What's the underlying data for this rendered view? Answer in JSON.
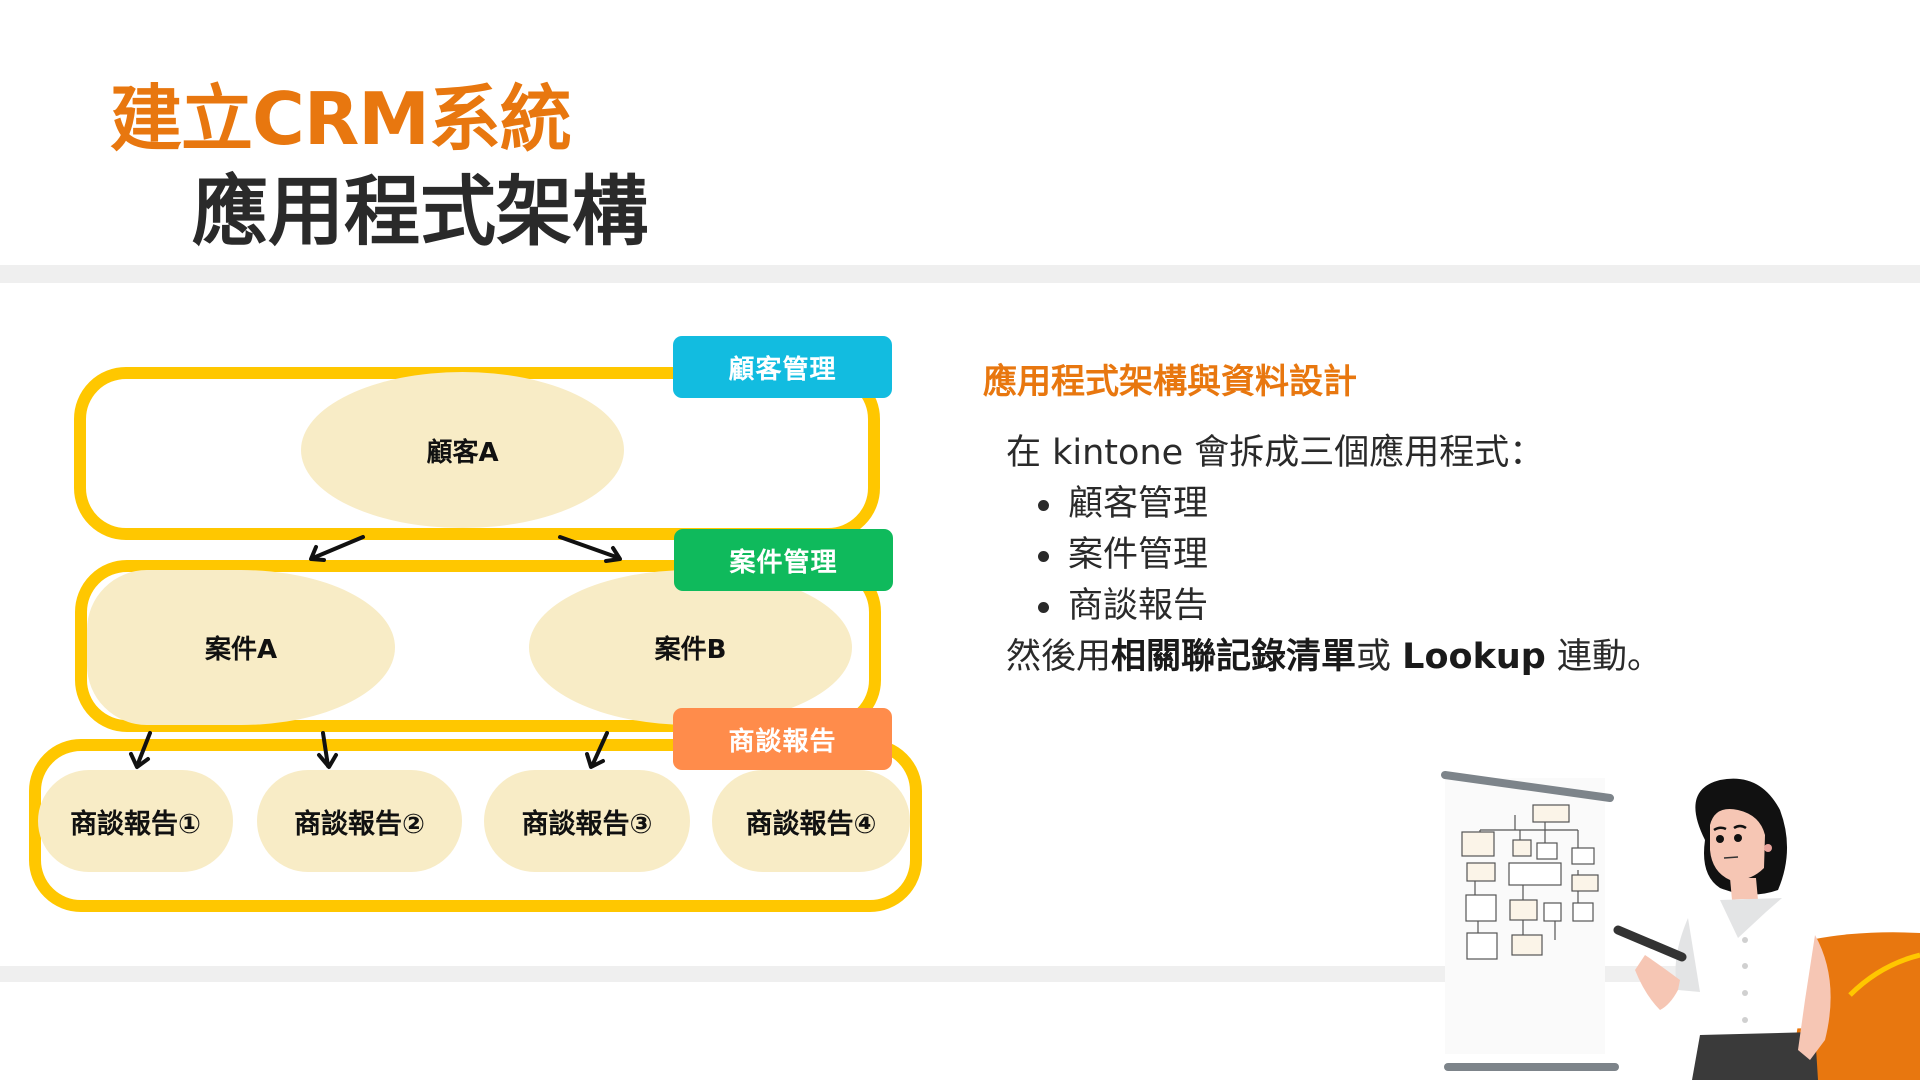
{
  "header": {
    "title_line1": "建立CRM系統",
    "title_line2": "應用程式架構"
  },
  "colors": {
    "accent_orange": "#E8770F",
    "group_border": "#FFC700",
    "node_fill": "#F8ECC6",
    "label_customer": "#12BCE0",
    "label_case": "#0FBA5C",
    "label_report": "#FF8C4B"
  },
  "diagram": {
    "groups": [
      {
        "label": "顧客管理",
        "nodes": [
          "顧客A"
        ]
      },
      {
        "label": "案件管理",
        "nodes": [
          "案件A",
          "案件B"
        ]
      },
      {
        "label": "商談報告",
        "nodes": [
          "商談報告①",
          "商談報告②",
          "商談報告③",
          "商談報告④"
        ]
      }
    ]
  },
  "content": {
    "section_title": "應用程式架構與資料設計",
    "intro": "在 kintone 會拆成三個應用程式：",
    "bullets": [
      "顧客管理",
      "案件管理",
      "商談報告"
    ],
    "outro_prefix": "然後用",
    "outro_bold1": "相關聯記錄清單",
    "outro_mid": "或 ",
    "outro_bold2": "Lookup",
    "outro_suffix": " 連動。"
  },
  "illustration": {
    "description": "woman-presenting-flowchart"
  }
}
